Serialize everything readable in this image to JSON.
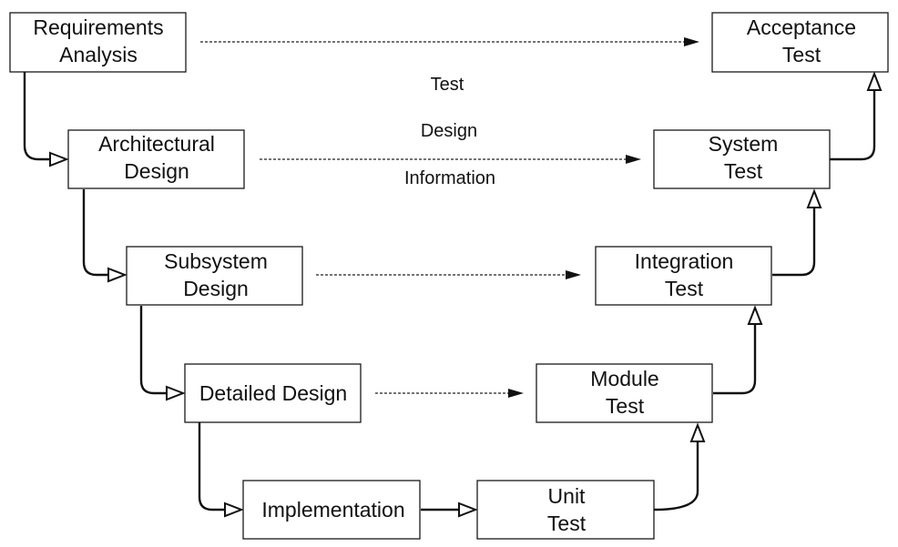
{
  "boxes": {
    "requirements": [
      "Requirements",
      "Analysis"
    ],
    "architectural": [
      "Architectural",
      "Design"
    ],
    "subsystem": [
      "Subsystem",
      "Design"
    ],
    "detailed": [
      "Detailed Design"
    ],
    "implementation": [
      "Implementation"
    ],
    "unit": [
      "Unit",
      "Test"
    ],
    "module": [
      "Module",
      "Test"
    ],
    "integration": [
      "Integration",
      "Test"
    ],
    "system": [
      "System",
      "Test"
    ],
    "acceptance": [
      "Acceptance",
      "Test"
    ]
  },
  "annotation": {
    "line1": "Test",
    "line2": "Design",
    "line3": "Information"
  },
  "colors": {
    "stroke": "#111111",
    "background": "#ffffff"
  }
}
